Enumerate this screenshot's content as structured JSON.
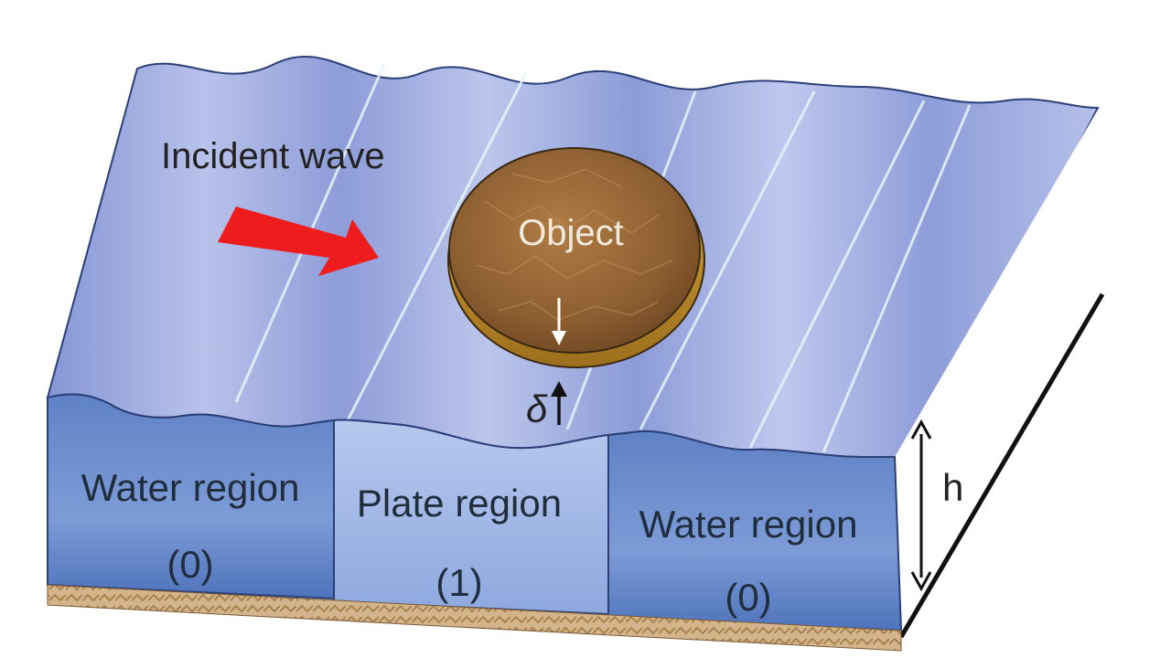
{
  "labels": {
    "incident_wave": "Incident wave",
    "object": "Object",
    "delta": "δ",
    "depth": "h",
    "left_region_name": "Water region",
    "left_region_index": "(0)",
    "center_region_name": "Plate region",
    "center_region_index": "(1)",
    "right_region_name": "Water region",
    "right_region_index": "(0)"
  },
  "colors": {
    "water_surface": "#8e9ed8",
    "water_side": "#6f8fcf",
    "plate_side": "#9fb6e4",
    "seabed": "#c9a57a",
    "arrow": "#ee1c1c",
    "object": "#9a6a3a"
  },
  "icons": {
    "incident_arrow": "red-arrow-icon",
    "delta_arrow": "up-arrow-icon",
    "object_arrow": "down-arrow-icon",
    "depth_arrow": "double-arrow-icon"
  }
}
